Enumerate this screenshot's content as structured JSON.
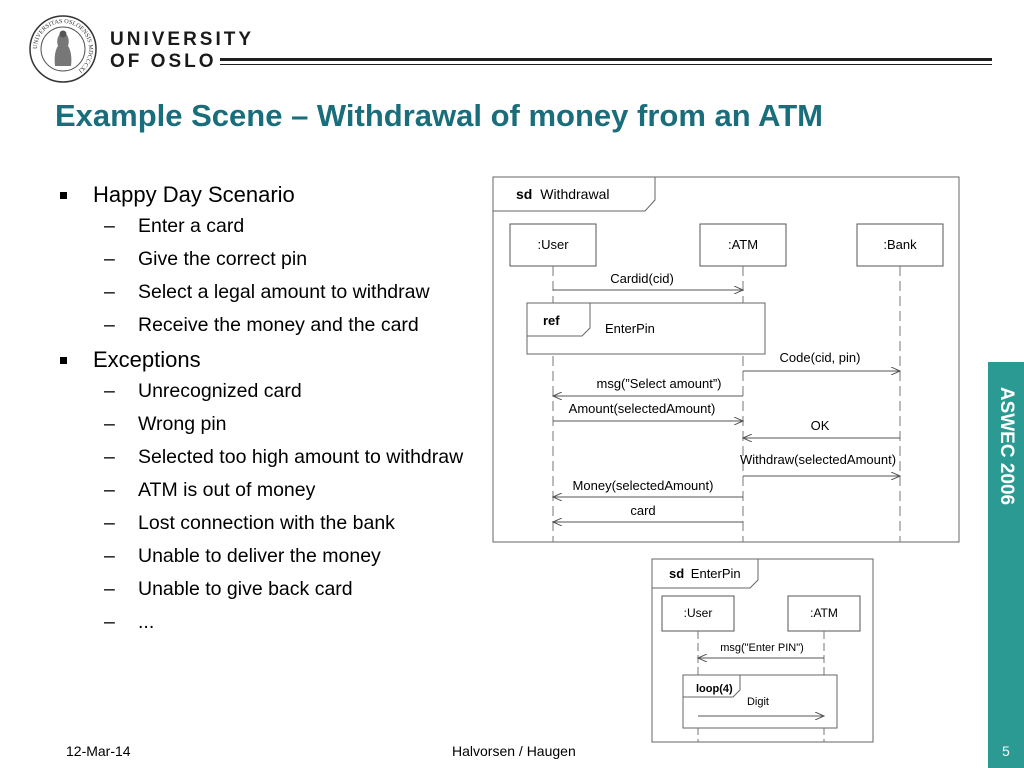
{
  "header": {
    "university_line1": "UNIVERSITY",
    "university_line2": "OF OSLO",
    "seal_text": "UNIVERSITAS OSLOENSIS MDCCCXI"
  },
  "title": "Example Scene – Withdrawal of money from an ATM",
  "bullets": [
    {
      "text": "Happy Day Scenario",
      "items": [
        "Enter a card",
        "Give the correct pin",
        "Select a legal amount to withdraw",
        "Receive the money and the card"
      ]
    },
    {
      "text": "Exceptions",
      "items": [
        "Unrecognized card",
        "Wrong pin",
        "Selected too high amount to withdraw",
        "ATM is out of money",
        "Lost connection with the bank",
        "Unable to deliver the money",
        "Unable to give back card",
        "..."
      ]
    }
  ],
  "diagram_withdrawal": {
    "frame_keyword": "sd",
    "frame_name": "Withdrawal",
    "lifelines": [
      ":User",
      ":ATM",
      ":Bank"
    ],
    "ref_keyword": "ref",
    "ref_name": "EnterPin",
    "messages": [
      "Cardid(cid)",
      "Code(cid, pin)",
      "msg(”Select amount”)",
      "Amount(selectedAmount)",
      "OK",
      "Withdraw(selectedAmount)",
      "Money(selectedAmount)",
      "card"
    ]
  },
  "diagram_enterpin": {
    "frame_keyword": "sd",
    "frame_name": "EnterPin",
    "lifelines": [
      ":User",
      ":ATM"
    ],
    "messages": [
      "msg(\"Enter PIN\")",
      "Digit"
    ],
    "loop_label": "loop(4)"
  },
  "sidebar": {
    "label": "ASWEC 2006"
  },
  "footer": {
    "date": "12-Mar-14",
    "author": "Halvorsen / Haugen",
    "page": "5"
  },
  "colors": {
    "title": "#1a6e7c",
    "sidebar": "#2a9a93"
  }
}
